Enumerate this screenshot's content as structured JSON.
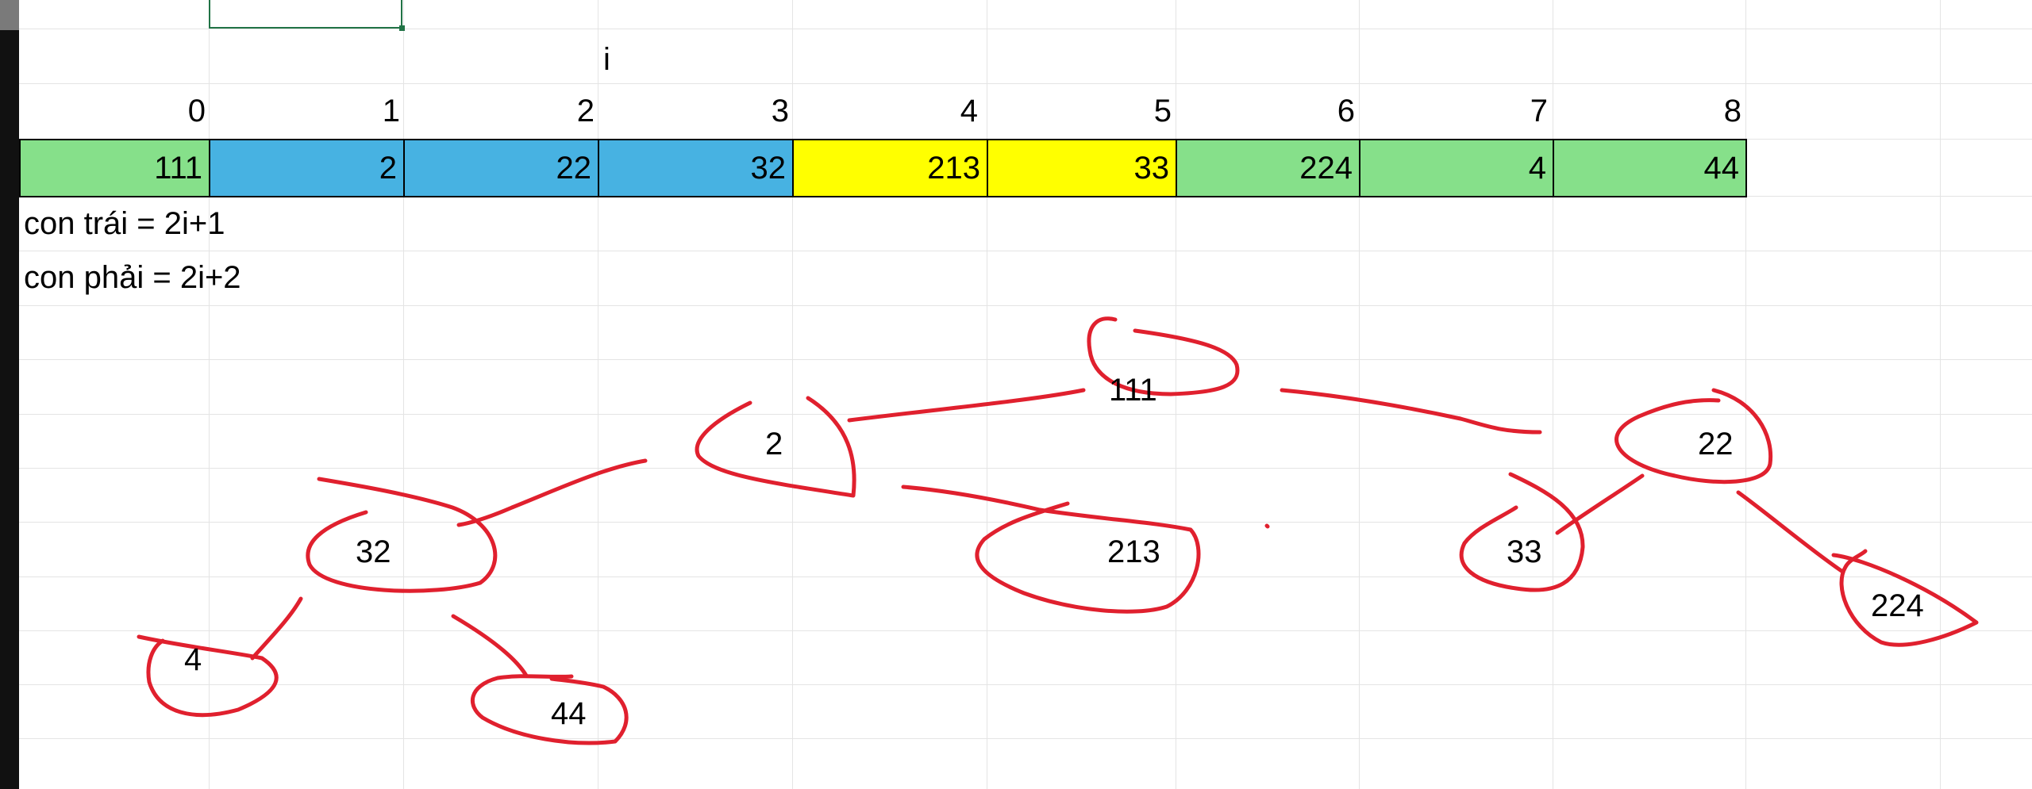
{
  "sheet": {
    "marker_label": "i",
    "indices": [
      "0",
      "1",
      "2",
      "3",
      "4",
      "5",
      "6",
      "7",
      "8"
    ],
    "array": [
      {
        "value": "111",
        "color": "#86e08a"
      },
      {
        "value": "2",
        "color": "#47b2e2"
      },
      {
        "value": "22",
        "color": "#47b2e2"
      },
      {
        "value": "32",
        "color": "#47b2e2"
      },
      {
        "value": "213",
        "color": "#ffff00"
      },
      {
        "value": "33",
        "color": "#ffff00"
      },
      {
        "value": "224",
        "color": "#86e08a"
      },
      {
        "value": "4",
        "color": "#86e08a"
      },
      {
        "value": "44",
        "color": "#86e08a"
      }
    ],
    "notes": [
      "con trái = 2i+1",
      "con phải = 2i+2"
    ]
  },
  "tree": {
    "ink_color": "#e0202e",
    "nodes": [
      "111",
      "2",
      "22",
      "32",
      "213",
      "33",
      "224",
      "4",
      "44"
    ]
  }
}
